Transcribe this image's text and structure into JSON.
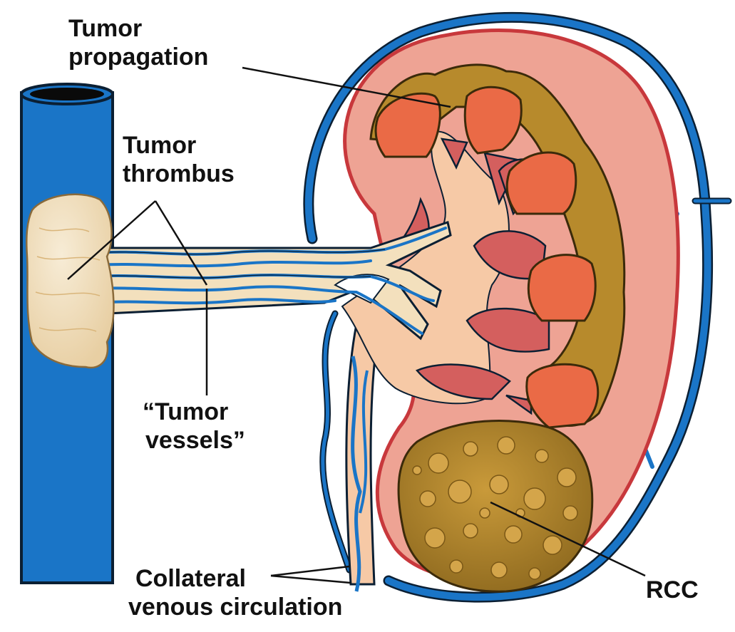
{
  "labels": {
    "tumor_propagation": [
      "Tumor",
      "propagation"
    ],
    "tumor_thrombus": [
      "Tumor",
      "thrombus"
    ],
    "tumor_vessels": [
      "“Tumor",
      "vessels”"
    ],
    "collateral": [
      "Collateral",
      "venous circulation"
    ],
    "rcc": "RCC"
  },
  "colors": {
    "vein_blue": "#1a75c7",
    "vein_outline": "#0b1f33",
    "cortex": "#eea394",
    "capsule_line": "#c8383c",
    "medulla": "#f6c9a6",
    "pyramid_dark": "#d45f5e",
    "papilla_orange": "#ea6a46",
    "tumor_brown": "#b78a2c",
    "thrombus_cream": "#f3e0bd"
  }
}
